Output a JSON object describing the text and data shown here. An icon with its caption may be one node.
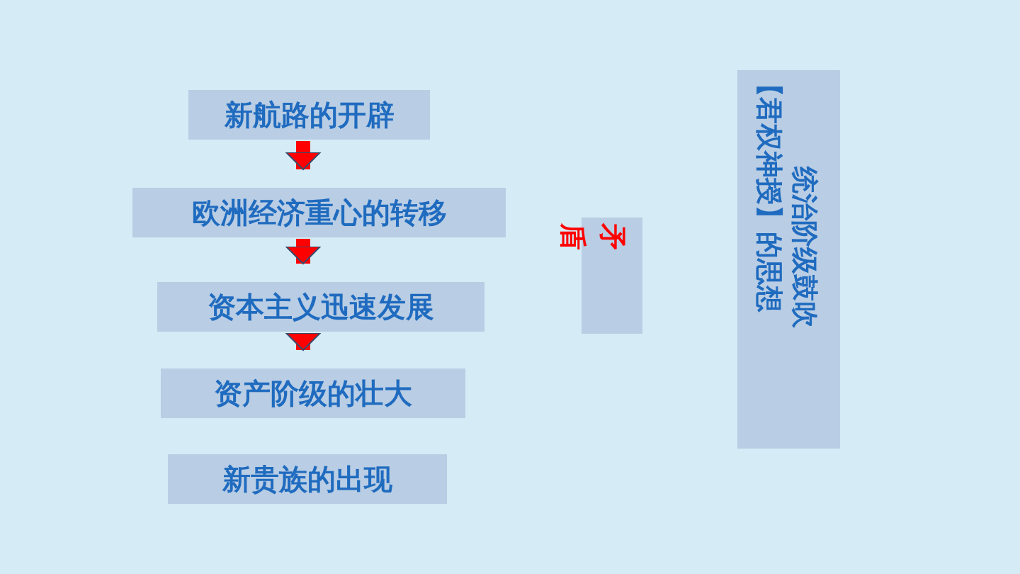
{
  "diagram": {
    "nodes": [
      {
        "text": [
          "新航路的开辟"
        ]
      },
      {
        "text": [
          "欧洲经济重心的转移"
        ]
      },
      {
        "text": [
          "资本主义迅速发展"
        ]
      },
      {
        "text": [
          "资产阶级的壮大"
        ]
      },
      {
        "text": [
          "新贵族的出现"
        ]
      },
      {
        "text": [
          "矛盾"
        ]
      },
      {
        "text": [
          "统治阶级鼓吹",
          "【君权神授】的思想"
        ]
      }
    ],
    "edges": [
      {
        "from": 0,
        "to": 1,
        "arrow": "to",
        "color": "#ff0000"
      },
      {
        "from": 1,
        "to": 2,
        "arrow": "to",
        "color": "#ff0000"
      },
      {
        "from": 2,
        "to": 3,
        "arrow": "to",
        "color": "#ff0000"
      }
    ]
  }
}
